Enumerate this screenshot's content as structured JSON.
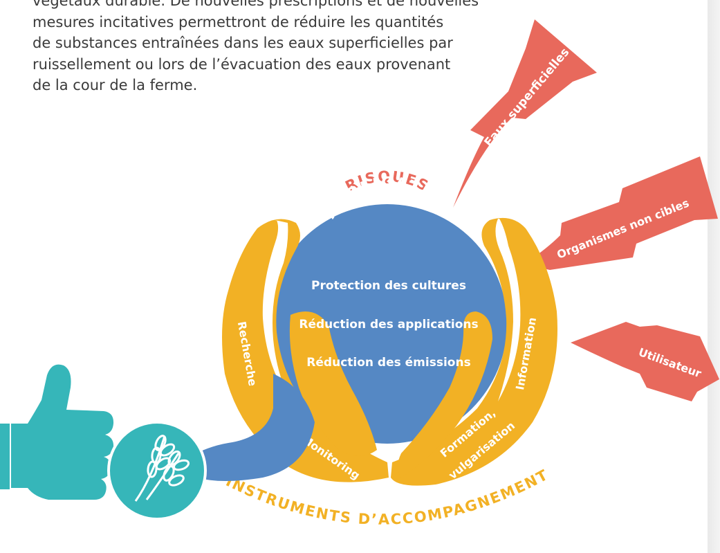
{
  "intro_text": {
    "lines": [
      "végétaux durable. De nouvelles prescriptions et de nouvelles",
      "mesures incitatives permettront de réduire les quantités",
      "de substances entraînées dans les eaux superficielles par",
      "ruissellement ou lors de l’évacuation des eaux provenant",
      "de la cour de la ferme."
    ]
  },
  "diagram": {
    "risks_title": "RISQUES",
    "application_title": "APPLICATION",
    "application_items": [
      "Protection des cultures",
      "Réduction des applications",
      "Réduction des émissions"
    ],
    "risk_arrows": [
      "Eaux superficielles",
      "Organismes non cibles",
      "Utilisateur"
    ],
    "hand_labels": {
      "left_outer": "Recherche",
      "left_inner": "Monitoring",
      "right_outer": "Information",
      "right_inner_line1": "Formation,",
      "right_inner_line2": "vulgarisation"
    },
    "instruments_title": "INSTRUMENTS D’ACCOMPAGNEMENT",
    "colors": {
      "globe": "#5588c4",
      "hands": "#f2b125",
      "arrows": "#e8695c",
      "risk_title": "#e8695c",
      "instruments_title": "#f2b125",
      "thumb": "#36b6b9"
    },
    "icons": [
      "thumbs-up-icon",
      "wheat-icon"
    ]
  }
}
